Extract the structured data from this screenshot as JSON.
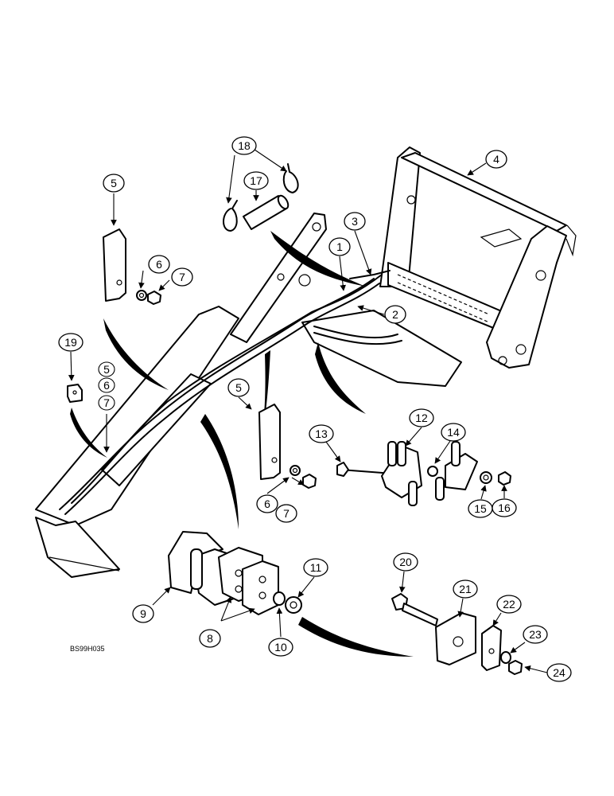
{
  "figure_code": "BS99H035",
  "callouts": [
    "1",
    "2",
    "3",
    "4",
    "5",
    "6",
    "7",
    "8",
    "9",
    "10",
    "11",
    "12",
    "13",
    "14",
    "15",
    "16",
    "17",
    "18",
    "19",
    "20",
    "21",
    "22",
    "23",
    "24"
  ]
}
